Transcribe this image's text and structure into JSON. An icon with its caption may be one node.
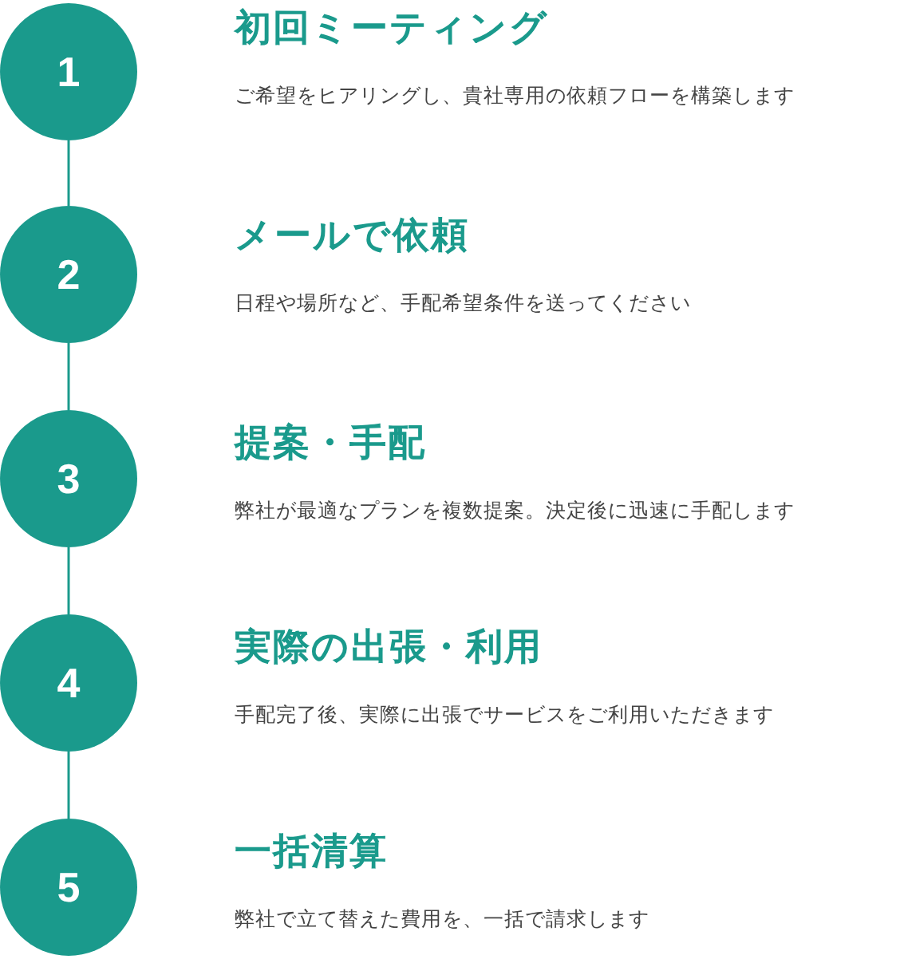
{
  "diagram": {
    "nodes": [
      {
        "text": [
          "1"
        ],
        "beside": [
          "初回ミーティング",
          "ご希望をヒアリングし、貴社専用の依頼フローを構築します"
        ]
      },
      {
        "text": [
          "2"
        ],
        "beside": [
          "メールで依頼",
          "日程や場所など、手配希望条件を送ってください"
        ]
      },
      {
        "text": [
          "3"
        ],
        "beside": [
          "提案・手配",
          "弊社が最適なプランを複数提案。決定後に迅速に手配します"
        ]
      },
      {
        "text": [
          "4"
        ],
        "beside": [
          "実際の出張・利用",
          "手配完了後、実際に出張でサービスをご利用いただきます"
        ]
      },
      {
        "text": [
          "5"
        ],
        "beside": [
          "一括清算",
          "弊社で立て替えた費用を、一括で請求します"
        ]
      }
    ],
    "edges": [
      {
        "from": 0,
        "to": 1,
        "arrow": "none"
      },
      {
        "from": 1,
        "to": 2,
        "arrow": "none"
      },
      {
        "from": 2,
        "to": 3,
        "arrow": "none"
      },
      {
        "from": 3,
        "to": 4,
        "arrow": "none"
      }
    ]
  }
}
